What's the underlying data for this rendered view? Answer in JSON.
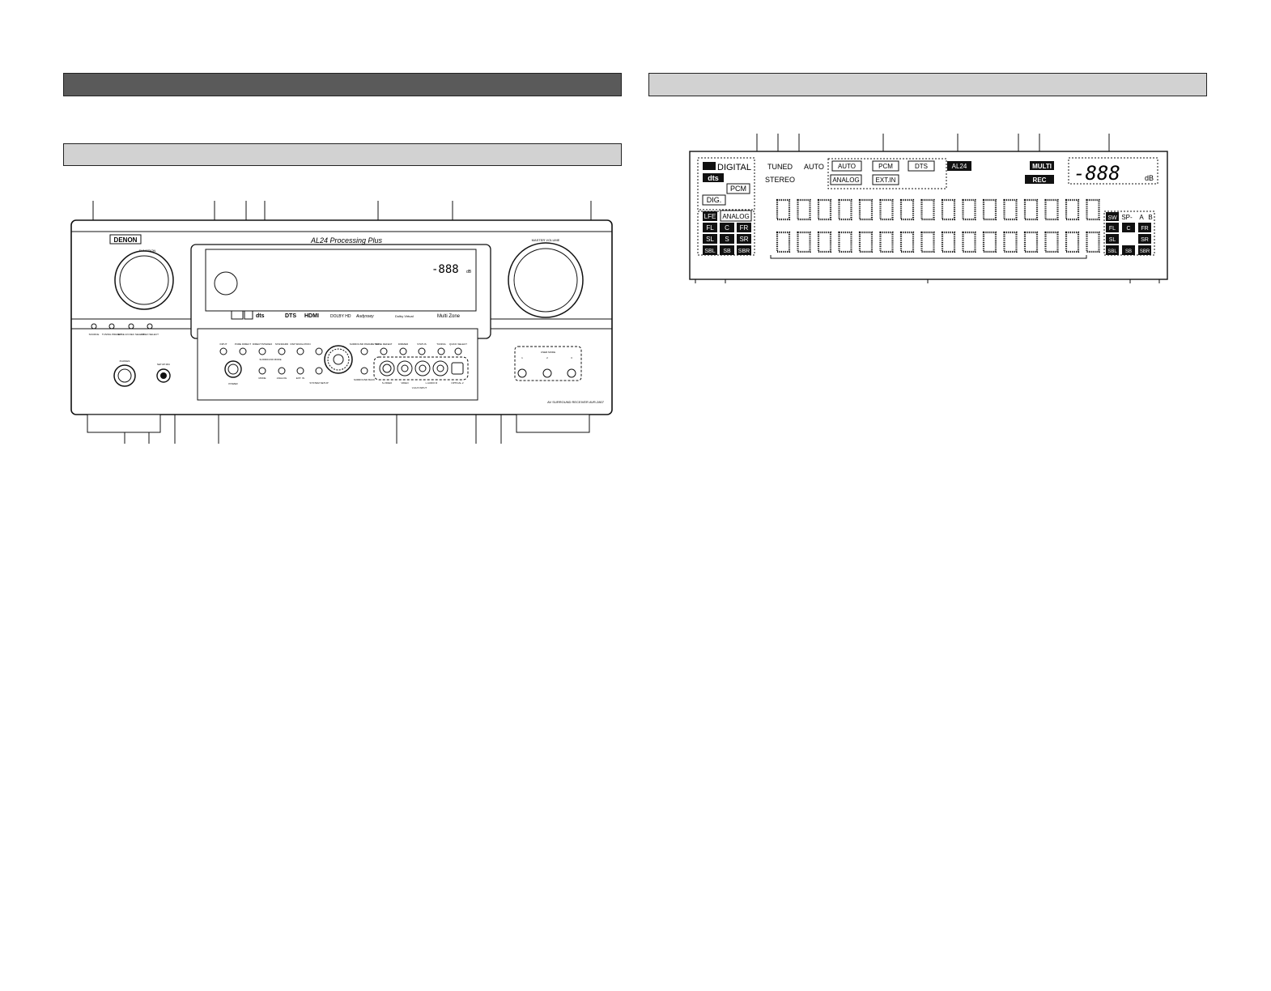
{
  "front_panel": {
    "brand": "DENON",
    "processing_badge": "AL24 Processing Plus",
    "function_label": "FUNCTION",
    "master_volume_label": "MASTER VOLUME",
    "display_readout": "-888",
    "display_unit": "dB",
    "logos": [
      "dts",
      "DTS",
      "HDMI",
      "DOLBY HD",
      "Audyssey",
      "Dolby Virtual",
      "Multi Zone"
    ],
    "upper_button_labels": [
      "SOURCE",
      "TUNING PRESET",
      "ZONE 2/3 REC SELECT",
      "VIDEO SELECT"
    ],
    "mid_button_labels": [
      "INPUT",
      "PURE DIRECT",
      "DIRECT/STEREO",
      "STANDARD",
      "DSP SIMULATION",
      "SURROUND PARAMETER",
      "TONE DEFEAT",
      "DIMMER",
      "STATUS",
      "TUNING",
      "QUICK SELECT"
    ],
    "lower_button_labels": [
      "MODE",
      "ANALOG",
      "EXT. IN",
      "SYSTEM SETUP",
      "SURROUND BACK"
    ],
    "surround_mode_label": "SURROUND MODE",
    "power_label": "POWER",
    "phones_label": "PHONES",
    "setup_mic_label": "SETUP MIC",
    "vaux_input_labels": [
      "S-VIDEO",
      "VIDEO",
      "L AUDIO R",
      "OPTICAL 2"
    ],
    "vaux_input_title": "V.AUX INPUT",
    "user_mode_label": "USER MODE",
    "user_mode_numbers": [
      "1",
      "2",
      "3"
    ],
    "model_text": "AV SURROUND RECEIVER AVR-2807"
  },
  "display_panel": {
    "dolby_digital": "DIGITAL",
    "dts": "dts",
    "pcm": "PCM",
    "dig": "DIG.",
    "tuned": "TUNED",
    "stereo": "STEREO",
    "auto": "AUTO",
    "input_modes": [
      "AUTO",
      "PCM",
      "DTS",
      "ANALOG",
      "EXT.IN"
    ],
    "al24": "AL24",
    "multi": "MULTI",
    "rec": "REC",
    "volume_readout": "-888",
    "volume_unit": "dB",
    "lfe": "LFE",
    "analog": "ANALOG",
    "left_channels": [
      "FL",
      "C",
      "FR",
      "SL",
      "S",
      "SR",
      "SBL",
      "SB",
      "SBR"
    ],
    "right_channels": [
      "SW",
      "SP-",
      "A",
      "B",
      "FL",
      "C",
      "FR",
      "SL",
      "SR",
      "SBL",
      "SB",
      "SBR"
    ]
  }
}
